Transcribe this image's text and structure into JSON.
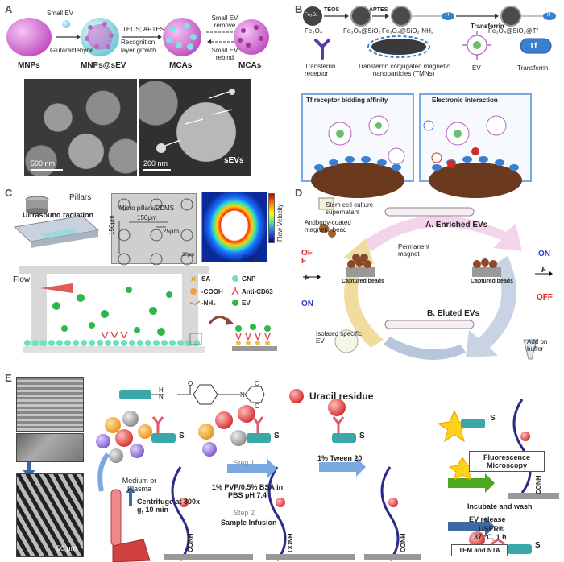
{
  "panels": {
    "a": {
      "letter": "A",
      "small_ev": "Small EV",
      "glutaraldehyde": "Glutaraldehyde",
      "teos_aptes": "TEOS; APTES",
      "recognition": "Recognition layer growth",
      "small_ev_remove": "Small EV remove",
      "small_ev_rebind": "Small EV rebind",
      "mnps": "MNPs",
      "mnps_sev": "MNPs@sEV",
      "mcas1": "MCAs",
      "mcas2": "MCAs",
      "scale1": "500 nm",
      "scale2": "200 nm",
      "sevs": "sEVs"
    },
    "b": {
      "letter": "B",
      "fe3o4_chip": "Fe₃O₄",
      "teos": "TEOS",
      "aptes": "APTES",
      "transferrin_arrow": "Transferrin",
      "fe3o4": "Fe₃O₄",
      "fe3o4_sio2": "Fe₃O₄@SiO₂",
      "fe3o4_sio2_nh2": "Fe₃O₄@SiO₂-NH₂",
      "fe3o4_sio2_tf": "Fe₃O₄@SiO₂@Tf",
      "tf_receptor": "Transferrin receptor",
      "tmn": "Transferrin conjugated magnetic nanoparticles (TMNs)",
      "ev": "EV",
      "transferrin": "Transferrin",
      "tf_badge": "Tf",
      "box1_title": "Tf receptor bidding affinity",
      "box2_title": "Electronic interaction"
    },
    "c": {
      "letter": "C",
      "pillars": "Pillars",
      "ultrasound": "Ultrasound radiation",
      "micro_pillars": "Micro pillars/PDMS",
      "dim_150a": "150μm",
      "dim_25": "25μm",
      "dim_150b": "150μm",
      "dim_30": "30μm",
      "flow_velocity": "Flow Velocity",
      "scale_5um": "5 μm",
      "flow": "Flow",
      "legend": [
        "SA",
        "GNP",
        "-COOH",
        "Anti-CD63",
        "-NH₂",
        "EV"
      ]
    },
    "d": {
      "letter": "D",
      "stem": "Stem cell culture supernatant",
      "antibody": "Antibody-coated magnetic bead",
      "enriched": "A. Enriched EVs",
      "permanent": "Permanent magnet",
      "captured1": "Captured beads",
      "captured2": "Captured beads",
      "off1": "OF F",
      "on1": "ON",
      "on2": "ON",
      "off2": "OFF",
      "f": "F",
      "eluted": "B. Eluted EVs",
      "isolated": "Isolated specific EV",
      "add_on": "Add on buffer"
    },
    "e": {
      "letter": "E",
      "uracil": "Uracil residue",
      "medium": "Medium or Plasma",
      "centrifuge": "Centrifuge at 300x g, 10 min",
      "step1": "Step 1",
      "pvp": "1% PVP/0.5% BSA in PBS pH 7.4",
      "step2": "Step 2",
      "infusion": "Sample Infusion",
      "tween": "1% Tween 20",
      "fluor": "Fluorescence Microscopy",
      "incubate": "Incubate and wash",
      "ev_release": "EV release",
      "user": "USER®",
      "temp": "37 °C, 1 h",
      "tem": "TEM and NTA",
      "conh": "CONH",
      "s": "S",
      "scale_50": "50 μm",
      "linker_h": "H",
      "linker_n": "N",
      "linker_o": "O"
    }
  },
  "colors": {
    "sphere_pink": "#d46ad6",
    "sphere_cyan": "#7fe0e6",
    "tf_blue": "#3a7fd0",
    "red": "#d42a2a",
    "dna_blue": "#2a2a8a",
    "green_arrow": "#4ca81e",
    "blue_arrow": "#5b8fd0"
  }
}
